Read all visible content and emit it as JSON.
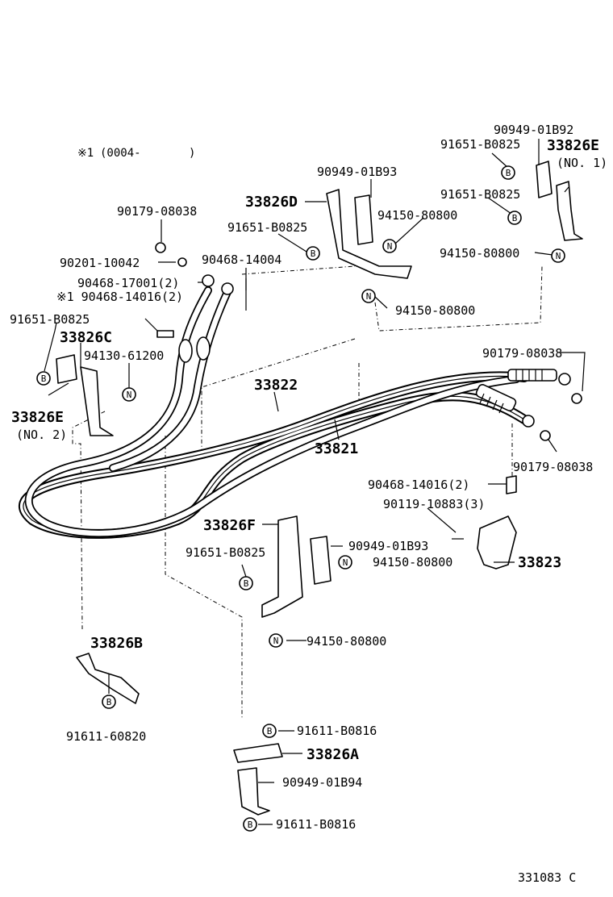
{
  "footnote": {
    "marker": "※1",
    "text": "(0004-",
    "close": ")"
  },
  "symbols": {
    "b": "B",
    "n": "N"
  },
  "labels": {
    "p1": "90949-01B92",
    "p2": "91651-B0825",
    "p3": "33826E",
    "p4": "(NO. 1)",
    "p5": "91651-B0825",
    "p6": "94150-80800",
    "p7": "90949-01B93",
    "p8": "33826D",
    "p9": "91651-B0825",
    "p10": "94150-80800",
    "p11": "90179-08038",
    "p12": "90201-10042",
    "p13": "90468-14004",
    "p14": "90468-17001(2)",
    "p15": "※1 90468-14016(2)",
    "p16": "94150-80800",
    "p17": "91651-B0825",
    "p18": "33826C",
    "p19": "94130-61200",
    "p20": "33826E",
    "p21": "(NO. 2)",
    "p22": "33822",
    "p23": "33821",
    "p24": "90179-08038",
    "p25": "90179-08038",
    "p26": "90468-14016(2)",
    "p27": "90119-10883(3)",
    "p28": "33826F",
    "p29": "90949-01B93",
    "p30": "91651-B0825",
    "p31": "94150-80800",
    "p32": "33823",
    "p33": "94150-80800",
    "p34": "33826B",
    "p35": "91611-60820",
    "p36": "91611-B0816",
    "p37": "33826A",
    "p38": "90949-01B94",
    "p39": "91611-B0816",
    "drawing_id": "331083 C"
  }
}
